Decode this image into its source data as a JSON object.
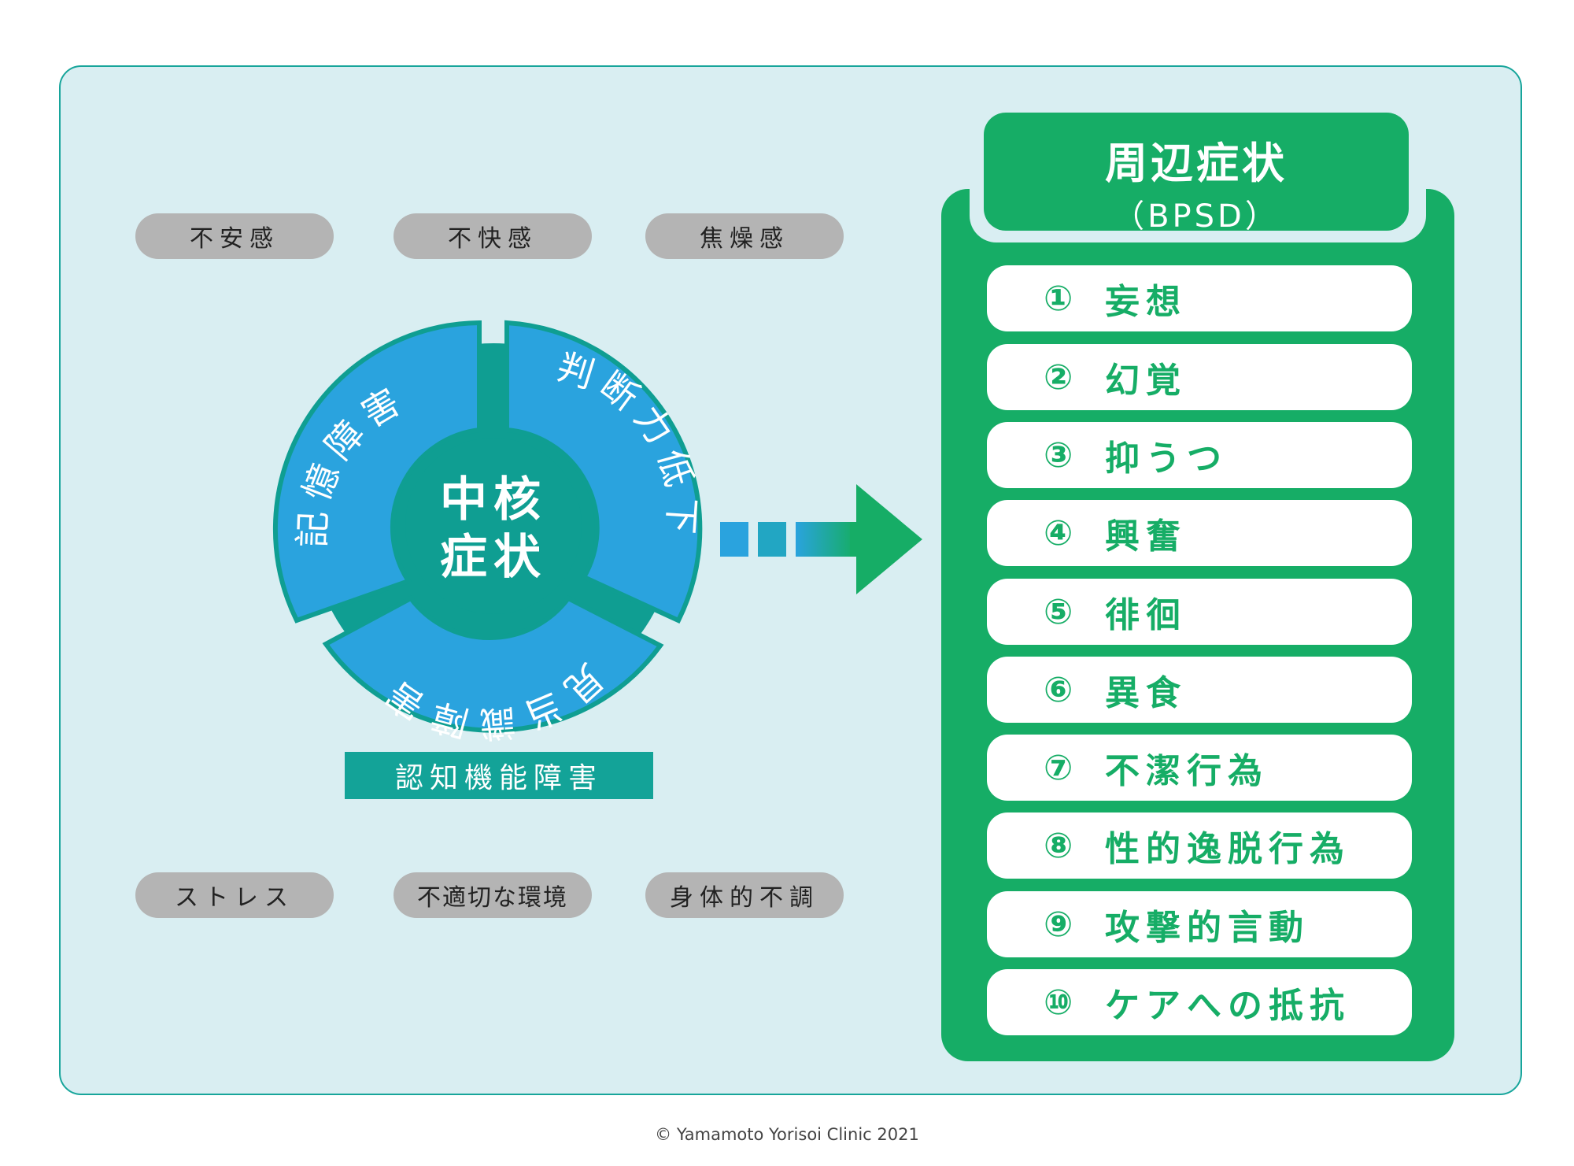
{
  "factors_top": [
    "不安感",
    "不快感",
    "焦燥感"
  ],
  "factors_bottom": [
    "ストレス",
    "不適切な環境",
    "身体的不調"
  ],
  "core": {
    "center_line1": "中核",
    "center_line2": "症状",
    "segments": [
      "記憶障害",
      "判断力低下",
      "見当識障害"
    ],
    "label": "認知機能障害"
  },
  "bpsd": {
    "title": "周辺症状",
    "subtitle": "（BPSD）",
    "items": [
      {
        "num": "①",
        "label": "妄想"
      },
      {
        "num": "②",
        "label": "幻覚"
      },
      {
        "num": "③",
        "label": "抑うつ"
      },
      {
        "num": "④",
        "label": "興奮"
      },
      {
        "num": "⑤",
        "label": "徘徊"
      },
      {
        "num": "⑥",
        "label": "異食"
      },
      {
        "num": "⑦",
        "label": "不潔行為"
      },
      {
        "num": "⑧",
        "label": "性的逸脱行為"
      },
      {
        "num": "⑨",
        "label": "攻撃的言動"
      },
      {
        "num": "⑩",
        "label": "ケアへの抵抗"
      }
    ]
  },
  "footer": "© Yamamoto Yorisoi Clinic 2021",
  "colors": {
    "panel_bg": "#d9eef2",
    "panel_border": "#17a59b",
    "segment_blue": "#2aa3de",
    "core_teal": "#0f9e92",
    "bpsd_green": "#16ad66",
    "pill_gray": "#b4b4b4"
  }
}
